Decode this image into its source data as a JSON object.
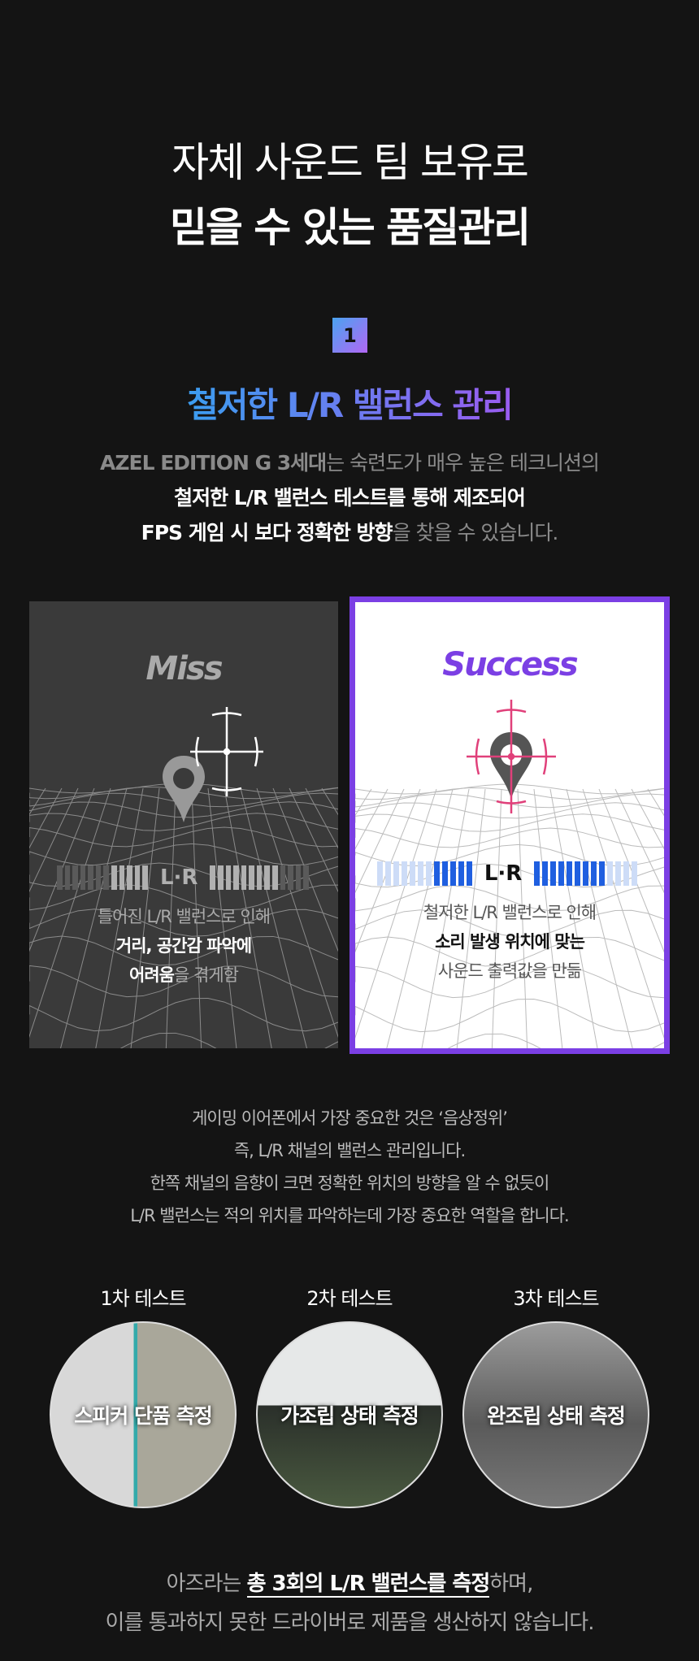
{
  "header": {
    "line1": "자체 사운드 팀 보유로",
    "line2": "믿을 수 있는 품질관리"
  },
  "section": {
    "number": "1",
    "title": "철저한 L/R 밸런스 관리",
    "desc": {
      "l1a": "AZEL EDITION G 3세대",
      "l1b": "는 숙련도가 매우 높은 테크니션의",
      "l2": "철저한 L/R 밸런스 테스트를 통해 제조되어",
      "l3a": "FPS 게임 시 보다 정확한 방향",
      "l3b": "을 찾을 수 있습니다."
    }
  },
  "cards": [
    {
      "title": "Miss",
      "lr": "L·R",
      "t1": "틀어진 L/R 밸런스로 인해",
      "t2": "거리, 공간감 파악에",
      "t3a": "어려움",
      "t3b": "을 겪게함"
    },
    {
      "title": "Success",
      "lr": "L·R",
      "t1": "철저한 L/R 밸런스로 인해",
      "t2": "소리 발생 위치에 맞는",
      "t3": "사운드 출력값을 만듦"
    }
  ],
  "explain": [
    "게이밍 이어폰에서 가장 중요한 것은 ‘음상정위’",
    "즉, L/R 채널의 밸런스 관리입니다.",
    "한쪽 채널의 음향이 크면 정확한 위치의 방향을 알 수 없듯이",
    "L/R 밸런스는 적의 위치를 파악하는데 가장 중요한 역할을 합니다."
  ],
  "tests": [
    {
      "label": "1차 테스트",
      "caption": "스피커 단품 측정"
    },
    {
      "label": "2차 테스트",
      "caption": "가조립 상태 측정"
    },
    {
      "label": "3차 테스트",
      "caption": "완조립 상태 측정"
    }
  ],
  "footer": {
    "a": "아즈라는 ",
    "b": "총 3회의 L/R 밸런스를 측정",
    "c": "하며,",
    "line2": "이를 통과하지 못한 드라이버로 제품을 생산하지 않습니다."
  },
  "colors": {
    "accent": "#7b3fe4",
    "blue": "#1f5fe0",
    "pink": "#e0407a"
  }
}
